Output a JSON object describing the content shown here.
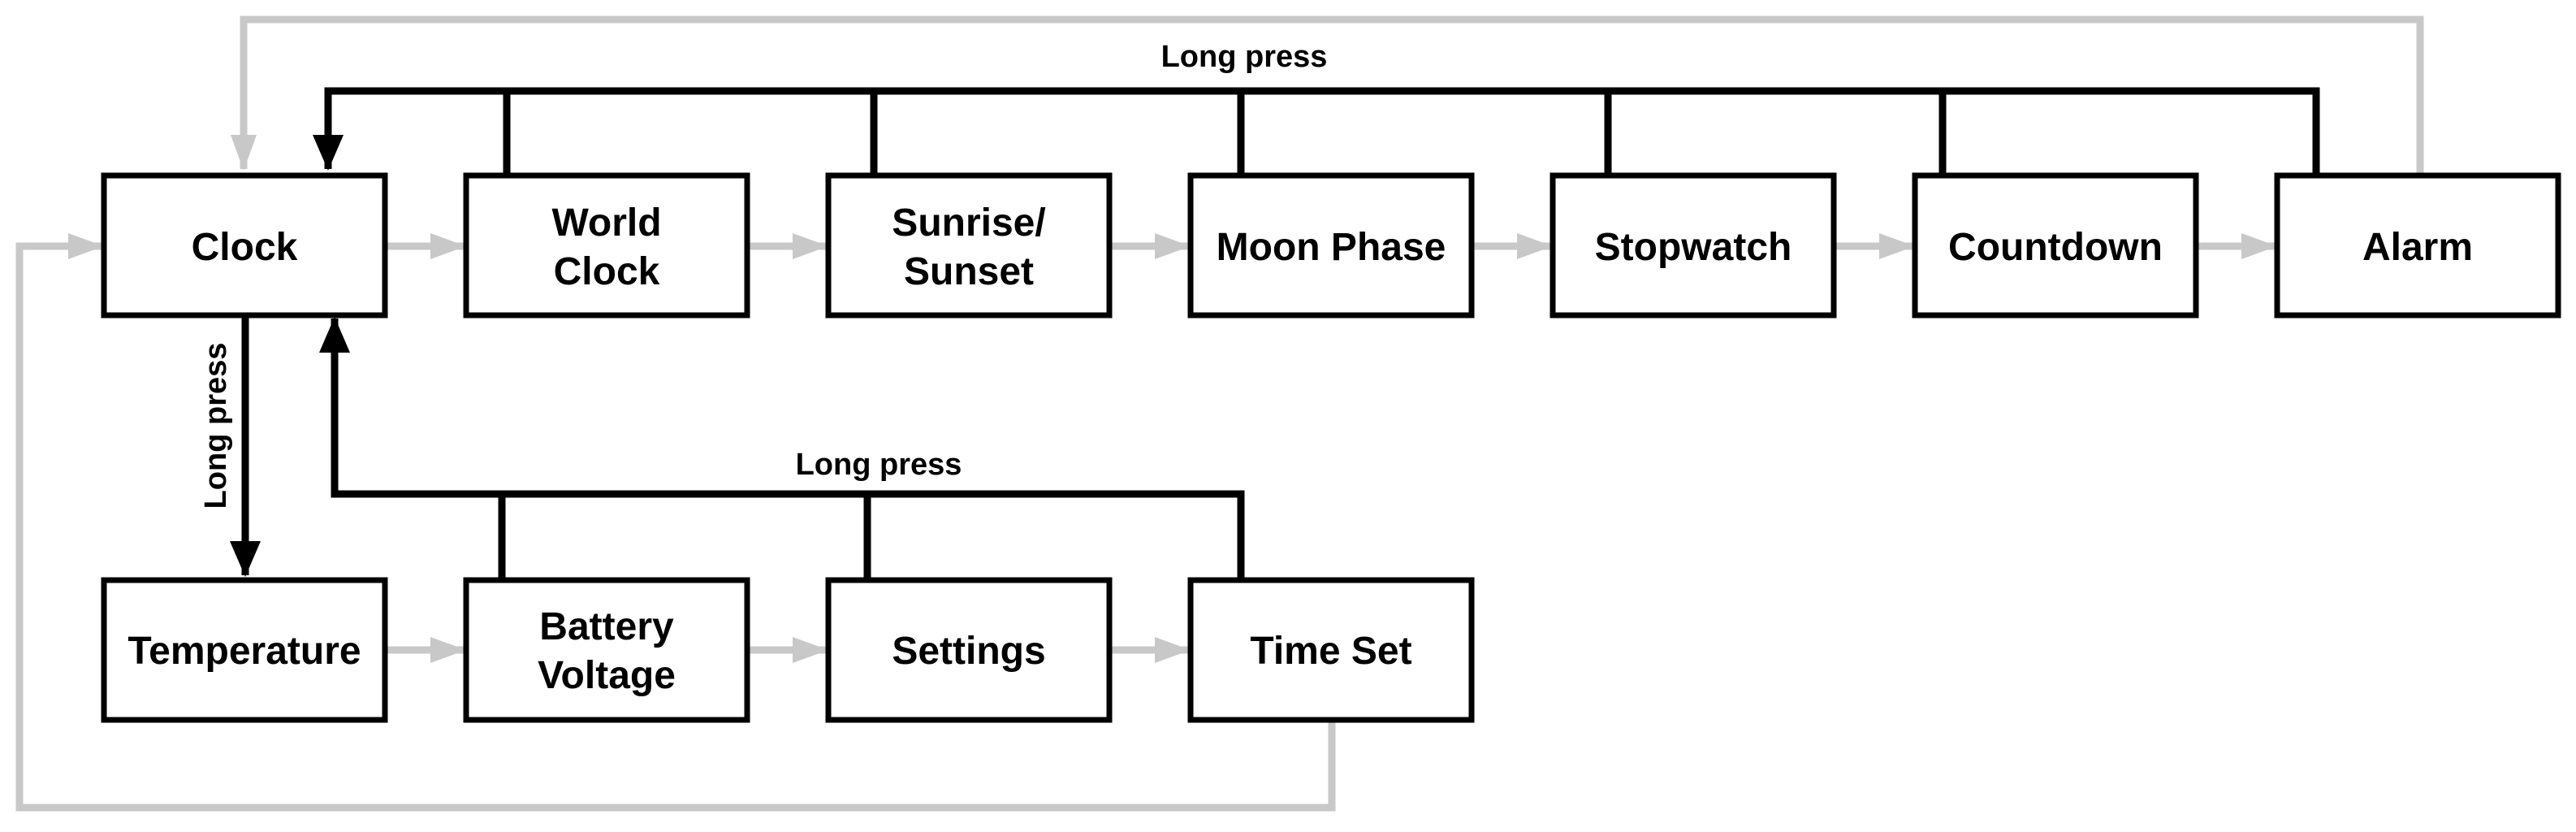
{
  "colors": {
    "box_stroke": "#000000",
    "long_press_line": "#000000",
    "short_press_line": "#c8c8c8",
    "background": "#ffffff"
  },
  "nodes": {
    "clock": [
      "Clock"
    ],
    "world_clock": [
      "World",
      "Clock"
    ],
    "sunrise_sunset": [
      "Sunrise/",
      "Sunset"
    ],
    "moon_phase": [
      "Moon Phase"
    ],
    "stopwatch": [
      "Stopwatch"
    ],
    "countdown": [
      "Countdown"
    ],
    "alarm": [
      "Alarm"
    ],
    "temperature": [
      "Temperature"
    ],
    "battery_voltage": [
      "Battery",
      "Voltage"
    ],
    "settings": [
      "Settings"
    ],
    "time_set": [
      "Time Set"
    ]
  },
  "labels": {
    "top_long_press": "Long press",
    "mid_long_press": "Long press",
    "vertical_long_press": "Long press"
  }
}
